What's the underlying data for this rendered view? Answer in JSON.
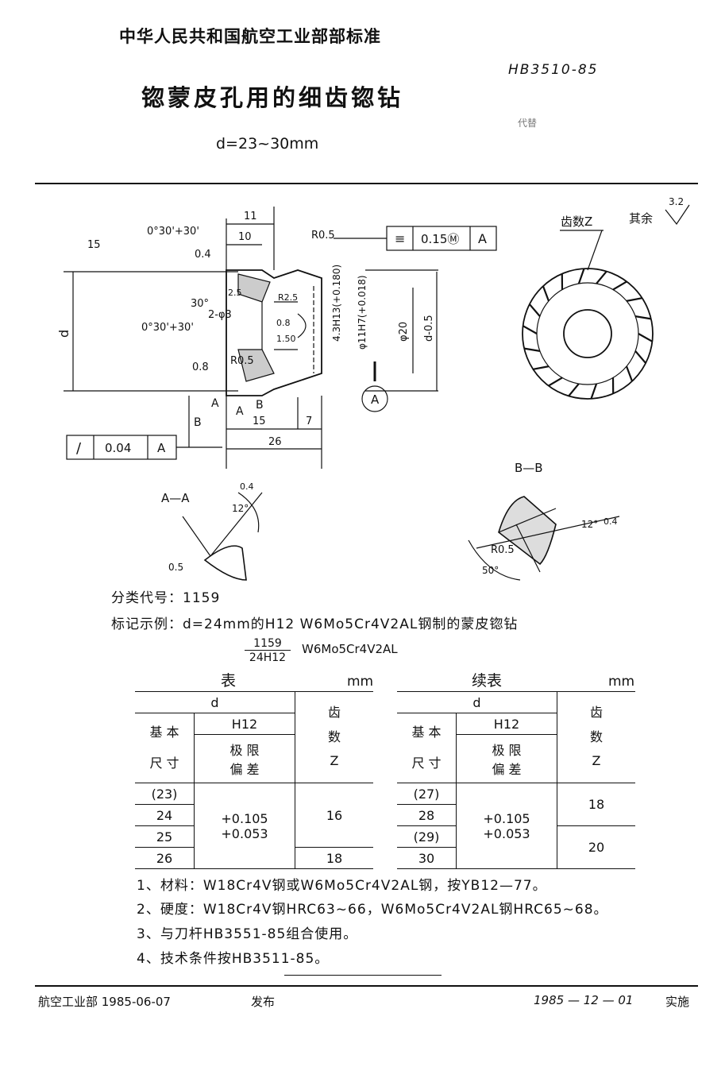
{
  "header": {
    "organization": "中华人民共和国航空工业部部标准",
    "standard_number": "HB3510-85",
    "replaces_label": "代替",
    "title": "锪蒙皮孔用的细齿锪钻",
    "size_range": "d=23~30mm"
  },
  "drawing": {
    "labels": {
      "dim_11": "11",
      "dim_10": "10",
      "dim_15_left": "15",
      "angle_top": "0°30'+30'",
      "r05_top": "R0.5",
      "tol_symbol": "≡",
      "tol_value": "0.15Ⓜ",
      "tol_datum": "A",
      "chamfer_04": "0.4",
      "angle_30": "30°",
      "chamfer_25": "2.5",
      "holes": "2-φ3",
      "angle_mid": "0°30'+30'",
      "r25": "R2.5",
      "dim_08": "0.8",
      "dim_150": "1.50",
      "h13": "4.3H13(+0.180)",
      "h17": "φ11H7(+0.018)",
      "phi20": "φ20",
      "d_minus": "d-0.5",
      "d": "d",
      "chamfer_08": "0.8",
      "r05_mid": "R0.5",
      "sec_a": "A",
      "sec_b": "B",
      "dim_15": "15",
      "dim_7": "7",
      "dim_26": "26",
      "datum_circle": "A",
      "runout_symbol": "/",
      "runout_value": "0.04",
      "runout_datum": "A",
      "teeth_label": "齿数Z",
      "roughness_label": "其余",
      "roughness_value": "3.2",
      "bb_title": "B—B",
      "aa_title": "A—A",
      "aa_04": "0.4",
      "aa_12": "12°",
      "aa_05": "0.5",
      "bb_r05": "R0.5",
      "bb_12": "12°",
      "bb_04": "0.4",
      "bb_50": "50°"
    }
  },
  "classification": "分类代号：1159",
  "marking_example": {
    "line": "标记示例：d=24mm的H12  W6Mo5Cr4V2AL钢制的蒙皮锪钻",
    "fraction_top": "1159",
    "fraction_bottom": "24H12",
    "material": "W6Mo5Cr4V2AL"
  },
  "table_left": {
    "caption": "表",
    "unit": "mm",
    "headers": {
      "d": "d",
      "basic_1": "基  本",
      "basic_2": "尺  寸",
      "h12": "H12",
      "limit_1": "极  限",
      "limit_2": "偏  差",
      "teeth_1": "齿",
      "teeth_2": "数",
      "teeth_z": "Z"
    },
    "rows": [
      "(23)",
      "24",
      "25",
      "26"
    ],
    "deviation_upper": "+0.105",
    "deviation_lower": "+0.053",
    "teeth": [
      "16",
      "18"
    ]
  },
  "table_right": {
    "caption": "续表",
    "unit": "mm",
    "headers": {
      "d": "d",
      "basic_1": "基  本",
      "basic_2": "尺  寸",
      "h12": "H12",
      "limit_1": "极  限",
      "limit_2": "偏  差",
      "teeth_1": "齿",
      "teeth_2": "数",
      "teeth_z": "Z"
    },
    "rows": [
      "(27)",
      "28",
      "(29)",
      "30"
    ],
    "deviation_upper": "+0.105",
    "deviation_lower": "+0.053",
    "teeth": [
      "18",
      "20"
    ]
  },
  "notes": [
    "1、材料：W18Cr4V钢或W6Mo5Cr4V2AL钢，按YB12—77。",
    "2、硬度：W18Cr4V钢HRC63~66，W6Mo5Cr4V2AL钢HRC65~68。",
    "3、与刀杆HB3551-85组合使用。",
    "4、技术条件按HB3511-85。"
  ],
  "footer": {
    "issuer": "航空工业部 1985-06-07",
    "issued_label": "发布",
    "effective_date": "1985 — 12 — 01",
    "effective_label": "实施"
  }
}
